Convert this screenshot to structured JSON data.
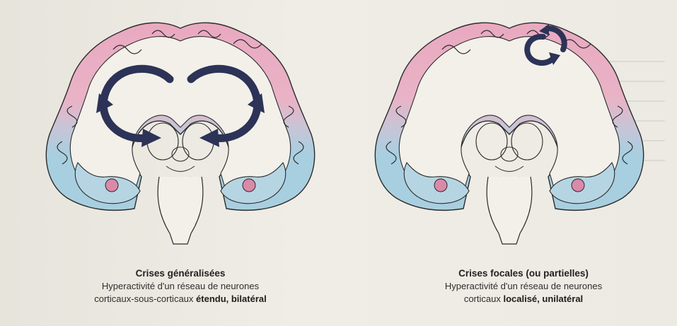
{
  "panels": [
    {
      "title": "Crises généralisées",
      "line1": "Hyperactivité d'un réseau de neurones",
      "line2_plain": "corticaux-sous-corticaux ",
      "line2_bold": "étendu, bilatéral"
    },
    {
      "title": "Crises focales (ou partielles)",
      "line1": "Hyperactivité d'un réseau de neurones",
      "line2_plain": "corticaux ",
      "line2_bold": "localisé, unilatéral"
    }
  ],
  "colors": {
    "cortex_pink": "#e9a9c0",
    "cortex_blue": "#a8cfe0",
    "arrow_navy": "#2c3357",
    "outline": "#2b2b2b"
  }
}
